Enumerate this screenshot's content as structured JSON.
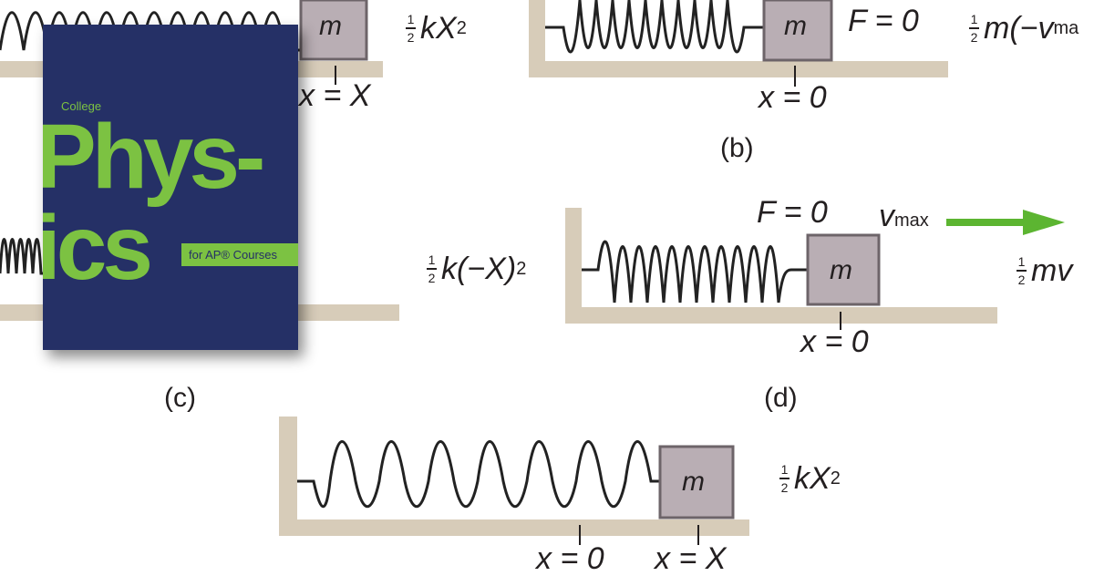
{
  "panels": {
    "top_left": {
      "mass_label": "m",
      "energy_frac_num": "1",
      "energy_frac_den": "2",
      "energy_expr": "kX",
      "energy_exp": "2",
      "position_label": "x = X"
    },
    "b": {
      "caption": "(b)",
      "mass_label": "m",
      "force_label": "F = 0",
      "energy_frac_num": "1",
      "energy_frac_den": "2",
      "energy_expr": "m(−v",
      "energy_sub": "ma",
      "position_label": "x = 0"
    },
    "c": {
      "caption": "(c)",
      "energy_frac_num": "1",
      "energy_frac_den": "2",
      "energy_expr": "k(−X)",
      "energy_exp": "2"
    },
    "d": {
      "caption": "(d)",
      "mass_label": "m",
      "force_label": "F = 0",
      "velocity_label": "v",
      "velocity_sub": "max",
      "energy_frac_num": "1",
      "energy_frac_den": "2",
      "energy_expr": "mv",
      "position_label": "x = 0",
      "arrow_color": "#5cb531"
    },
    "e": {
      "mass_label": "m",
      "energy_frac_num": "1",
      "energy_frac_den": "2",
      "energy_expr": "kX",
      "energy_exp": "2",
      "position_label_zero": "x = 0",
      "position_label_x": "x = X"
    }
  },
  "book_cover": {
    "small_title": "College",
    "title_line1": "Phys-",
    "title_line2": "ics",
    "badge": "for AP® Courses",
    "background_color": "#253066",
    "accent_color": "#7cc242"
  },
  "colors": {
    "floor": "#d7ccb9",
    "mass_fill": "#b9aeb4",
    "spring_dark": "#111111",
    "spring_light": "#8a8a8a"
  }
}
